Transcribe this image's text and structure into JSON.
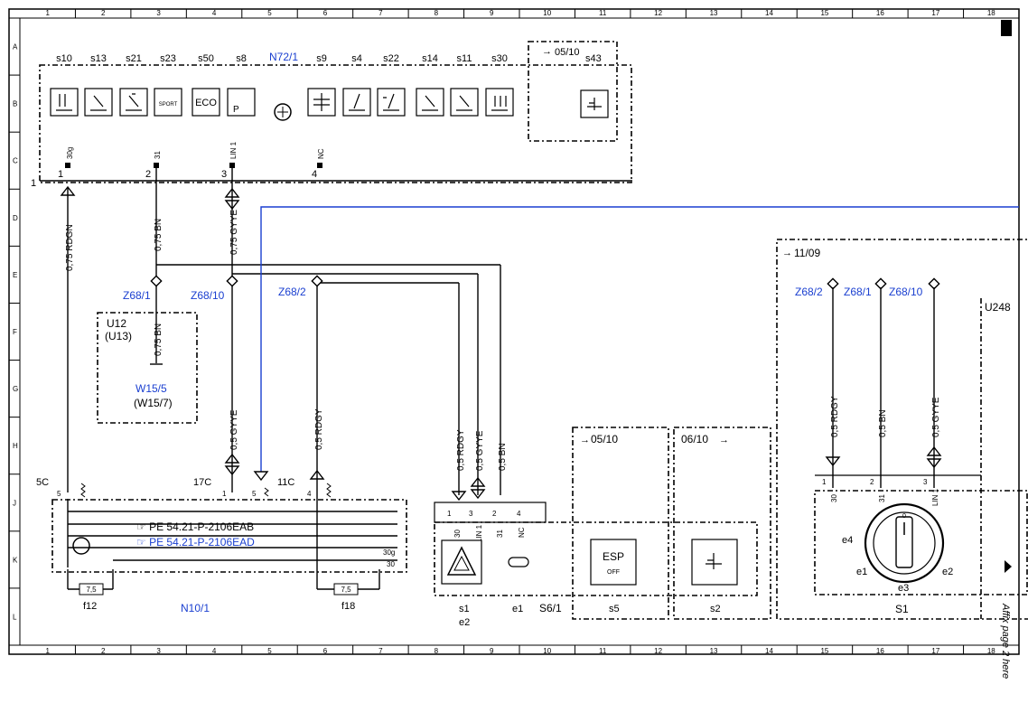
{
  "grid": {
    "cols": [
      "1",
      "2",
      "3",
      "4",
      "5",
      "6",
      "7",
      "8",
      "9",
      "10",
      "11",
      "12",
      "13",
      "14",
      "15",
      "16",
      "17",
      "18"
    ],
    "rows": [
      "A",
      "B",
      "C",
      "D",
      "E",
      "F",
      "G",
      "H",
      "J",
      "K",
      "L"
    ]
  },
  "n72": {
    "title": "N72/1",
    "switches": [
      "s10",
      "s13",
      "s21",
      "s23",
      "s50",
      "s8",
      "s9",
      "s4",
      "s22",
      "s14",
      "s11",
      "s30"
    ],
    "sport": "SPORT",
    "eco": "ECO",
    "p_label": "P",
    "ref_0510": "05/10",
    "s43": "s43",
    "pins": [
      {
        "num": "1",
        "label": "30g"
      },
      {
        "num": "2",
        "label": "31"
      },
      {
        "num": "3",
        "label": "LIN 1"
      },
      {
        "num": "4",
        "label": "NC"
      }
    ],
    "connector": "1"
  },
  "wires": {
    "rdgn": "0,75 RDGN",
    "bn075": "0,75 BN",
    "gyye075": "0,75 GYYE",
    "gyye05": "0,5 GYYE",
    "rdgy05": "0,5 RDGY",
    "bn05": "0,5 BN"
  },
  "splices": {
    "z681": "Z68/1",
    "z6810": "Z68/10",
    "z682": "Z68/2"
  },
  "u12": {
    "name": "U12",
    "alt": "(U13)",
    "wire": "0,75 BN",
    "ground": "W15/5",
    "ground_alt": "(W15/7)"
  },
  "n10": {
    "name": "N10/1",
    "c5": "5C",
    "c17": "17C",
    "c11": "11C",
    "pin5a": "5",
    "pin1": "1",
    "pin5b": "5",
    "pin4": "4",
    "ref1": "PE 54.21-P-2106EAB",
    "ref2": "PE 54.21-P-2106EAD",
    "p30g": "30g",
    "p30": "30",
    "f12": "f12",
    "f18": "f18",
    "fuse": "7,5"
  },
  "s6": {
    "name": "S6/1",
    "pins": [
      "1",
      "3",
      "2",
      "4"
    ],
    "pinlabels": [
      "30",
      "LIN 1",
      "31",
      "NC"
    ],
    "s1": "s1",
    "e2": "e2",
    "e1": "e1",
    "ref_0510": "05/10",
    "ref_0610": "06/10",
    "esp": "ESP",
    "esp_off": "OFF",
    "s5": "s5",
    "s2": "s2"
  },
  "s1": {
    "ref_1109": "11/09",
    "u248": "U248",
    "name": "S1",
    "pins": [
      "1",
      "2",
      "3"
    ],
    "pinlabels": [
      "30",
      "31",
      "LIN 1"
    ],
    "e4": "e4",
    "e1": "e1",
    "e2": "e2",
    "e3": "e3",
    "zero": "0"
  },
  "side_note": "Affix page 2 here"
}
